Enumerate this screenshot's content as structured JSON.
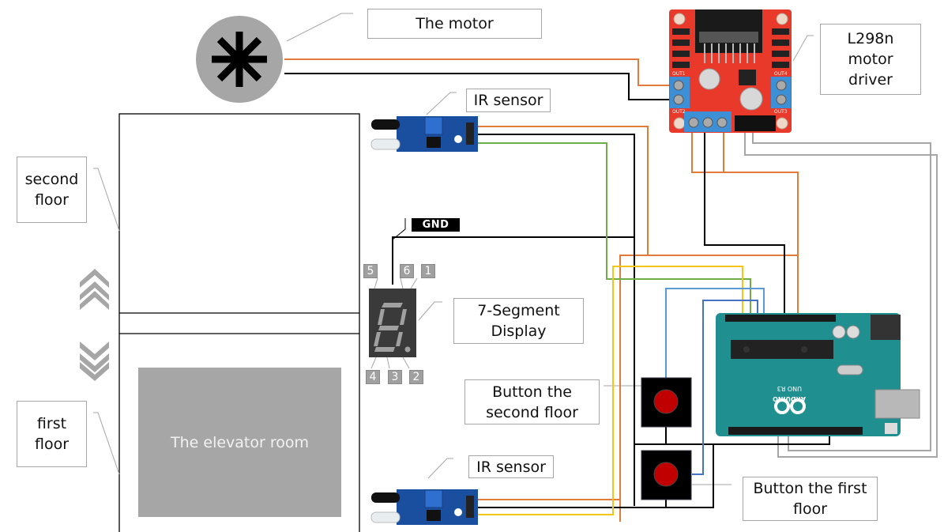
{
  "diagram": {
    "title": "Elevator control wiring diagram",
    "labels": {
      "motor": "The motor",
      "driver": "L298n\nmotor\ndriver",
      "ir_sensor_top": "IR sensor",
      "ir_sensor_bottom": "IR sensor",
      "gnd": "GND",
      "seven_segment": "7-Segment\nDisplay",
      "button_second": "Button the\nsecond floor",
      "button_first": "Button the first\nfloor",
      "second_floor": "second\nfloor",
      "first_floor": "first\nfloor",
      "elevator_room": "The elevator room"
    },
    "segment_pins": {
      "top": [
        "5",
        "6",
        "1"
      ],
      "bottom": [
        "4",
        "3",
        "2"
      ]
    },
    "board_text": {
      "driver_out1": "OUT1",
      "driver_out2": "OUT2",
      "driver_out3": "OUT3",
      "driver_out4": "OUT4",
      "arduino_model": "UNO R3",
      "arduino_brand": "ARDUINO"
    },
    "direction_arrows": [
      "up",
      "down"
    ],
    "wire_colors": {
      "power": "#e07b39",
      "ground": "#000000",
      "signal_green": "#70ad47",
      "signal_yellow": "#f5c518",
      "signal_blue": "#4a7fc1",
      "signal_light_blue": "#5b9bd5",
      "control_gray": "#a6a6a6"
    },
    "component_colors": {
      "motor_body": "#a6a6a6",
      "driver_pcb": "#e8392a",
      "terminal_block": "#3d8fd6",
      "arduino_pcb": "#1f8f8f",
      "sensor_pcb": "#1a4fa0",
      "button_body": "#000000",
      "button_cap": "#c00000",
      "display_body": "#3a3a3a",
      "elevator_room": "#a6a6a6"
    }
  }
}
